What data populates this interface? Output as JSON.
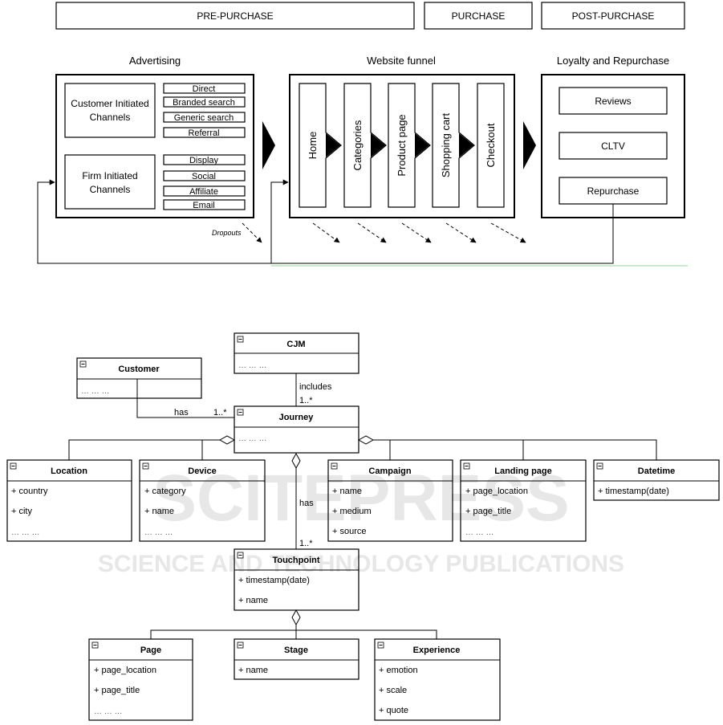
{
  "stages": [
    "PRE-PURCHASE",
    "PURCHASE",
    "POST-PURCHASE"
  ],
  "advertising": {
    "title": "Advertising",
    "customer_channels": [
      "Customer Initiated",
      "Channels"
    ],
    "customer_items": [
      "Direct",
      "Branded search",
      "Generic search",
      "Referral"
    ],
    "firm_channels": [
      "Firm Initiated",
      "Channels"
    ],
    "firm_items": [
      "Display",
      "Social",
      "Affiliate",
      "Email"
    ],
    "dropouts": "Dropouts"
  },
  "website_funnel": {
    "title": "Website funnel",
    "steps": [
      "Home",
      "Categories",
      "Product page",
      "Shopping cart",
      "Checkout"
    ]
  },
  "loyalty": {
    "title": "Loyalty and Repurchase",
    "items": [
      "Reviews",
      "CLTV",
      "Repurchase"
    ]
  },
  "uml": {
    "cjm": {
      "name": "CJM",
      "attrs": [
        "… … …"
      ]
    },
    "customer": {
      "name": "Customer",
      "attrs": [
        "… … …"
      ]
    },
    "journey": {
      "name": "Journey",
      "attrs": [
        "… … …"
      ]
    },
    "location": {
      "name": "Location",
      "attrs": [
        "+ country",
        "+ city",
        "… … …"
      ]
    },
    "device": {
      "name": "Device",
      "attrs": [
        "+ category",
        "+ name",
        "… … …"
      ]
    },
    "campaign": {
      "name": "Campaign",
      "attrs": [
        "+ name",
        "+ medium",
        "+ source"
      ]
    },
    "landing": {
      "name": "Landing page",
      "attrs": [
        "+ page_location",
        "+ page_title",
        "… … …"
      ]
    },
    "datetime": {
      "name": "Datetime",
      "attrs": [
        "+ timestamp(date)"
      ]
    },
    "touchpoint": {
      "name": "Touchpoint",
      "attrs": [
        "+ timestamp(date)",
        "+ name"
      ]
    },
    "page": {
      "name": "Page",
      "attrs": [
        "+ page_location",
        "+ page_title",
        "… … …"
      ]
    },
    "stage": {
      "name": "Stage",
      "attrs": [
        "+ name"
      ]
    },
    "experience": {
      "name": "Experience",
      "attrs": [
        "+ emotion",
        "+ scale",
        "+ quote"
      ]
    },
    "labels": {
      "includes": "includes",
      "has_customer": "has",
      "has_touchpoint": "has",
      "mult_cjm": "1..*",
      "mult_customer": "1..*",
      "mult_touch": "1..*"
    }
  },
  "watermark": {
    "big": "SCITEPRESS",
    "small": "SCIENCE AND TECHNOLOGY PUBLICATIONS"
  }
}
